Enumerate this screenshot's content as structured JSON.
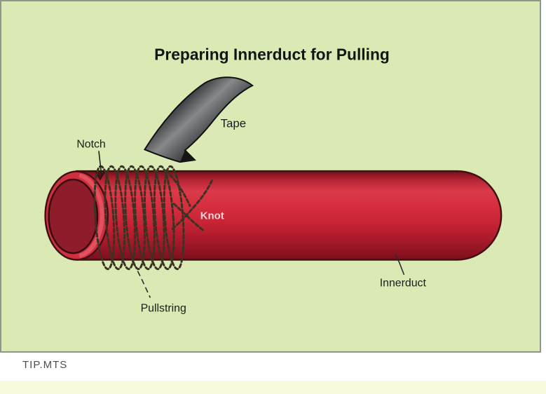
{
  "diagram": {
    "title": "Preparing Innerduct for Pulling",
    "labels": {
      "notch": "Notch",
      "tape": "Tape",
      "knot": "Knot",
      "pullstring": "Pullstring",
      "innerduct": "Innerduct"
    },
    "colors": {
      "panel_bg": "#dbeab5",
      "panel_border": "#8f978c",
      "duct_red_bright": "#da3a49",
      "duct_red_dark": "#7a0f1c",
      "duct_rim": "#cf3040",
      "duct_hole": "#8e1c2a",
      "duct_outline": "#401015",
      "string": "#3a3323",
      "tape_dark": "#141414",
      "tape_light": "#8a8c8e",
      "label_text": "#1c1c1c",
      "knot_label_text": "#efd7d8",
      "footer_text": "#4e4e4e",
      "footer_strip": "#f9f9dd"
    }
  },
  "footer": {
    "credit": "TIP.MTS"
  }
}
